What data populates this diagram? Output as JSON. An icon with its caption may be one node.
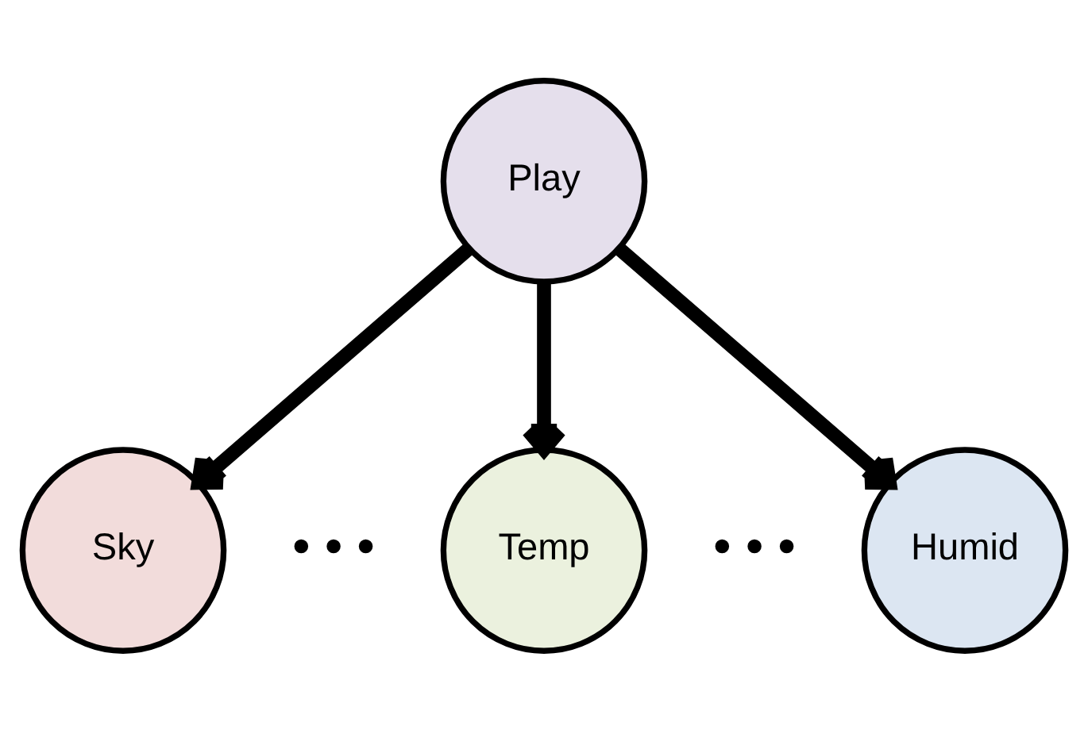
{
  "diagram": {
    "nodes": [
      {
        "text": [
          "Play"
        ]
      },
      {
        "text": [
          "Sky"
        ]
      },
      {
        "text": [
          "Temp"
        ]
      },
      {
        "text": [
          "Humid"
        ]
      }
    ],
    "edges": [
      {
        "from": 0,
        "to": 1,
        "arrow": "to"
      },
      {
        "from": 0,
        "to": 2,
        "arrow": "to"
      },
      {
        "from": 0,
        "to": 3,
        "arrow": "to"
      }
    ],
    "labels": [
      "• • •",
      "• • •"
    ]
  }
}
